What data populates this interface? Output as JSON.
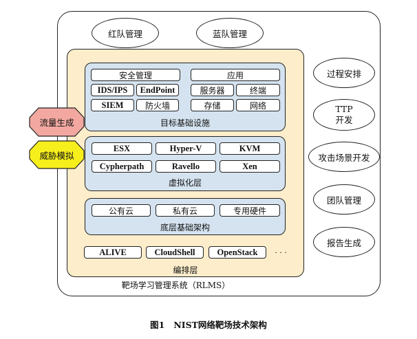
{
  "top": {
    "red_team": "红队管理",
    "blue_team": "蓝队管理"
  },
  "target_infra": {
    "title": "目标基础设施",
    "security_mgmt": "安全管理",
    "application": "应用",
    "row1": [
      "IDS/IPS",
      "EndPoint",
      "服务器",
      "终端"
    ],
    "row2": [
      "SIEM",
      "防火墙",
      "存储",
      "网络"
    ]
  },
  "virtualization": {
    "title": "虚拟化层",
    "items": [
      "ESX",
      "Hyper-V",
      "KVM",
      "Cypherpath",
      "Ravello",
      "Xen"
    ]
  },
  "base_infra": {
    "title": "底层基础架构",
    "items": [
      "公有云",
      "私有云",
      "专用硬件"
    ]
  },
  "orchestration": {
    "title": "编排层",
    "items": [
      "ALIVE",
      "CloudShell",
      "OpenStack"
    ],
    "more": "· · ·"
  },
  "left_shapes": {
    "traffic": "流量生成",
    "threat": "威胁模拟"
  },
  "right_ovals": [
    "过程安排",
    "TTP\n开发",
    "攻击场景开发",
    "团队管理",
    "报告生成"
  ],
  "system_label": "靶场学习管理系统（RLMS）",
  "caption": "图1   NIST网络靶场技术架构",
  "colors": {
    "orchestration_bg": "#fdedcb",
    "panel_bg": "#d5e3f0",
    "traffic_fill": "#f2a8a0",
    "threat_fill": "#f7ef1c"
  }
}
